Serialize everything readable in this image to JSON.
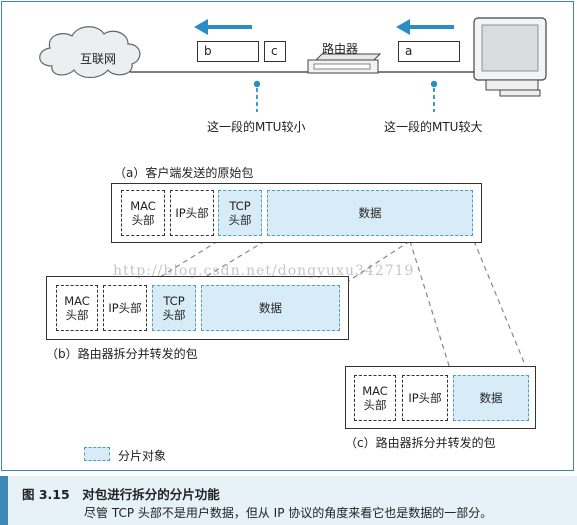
{
  "figure": {
    "internet_label": "互联网",
    "router_label": "路由器",
    "left_packets": [
      "b",
      "c"
    ],
    "right_packet": "a",
    "mtu_small_label": "这一段的MTU较小",
    "mtu_large_label": "这一段的MTU较大"
  },
  "packet_a": {
    "title": "（a）客户端发送的原始包",
    "mac": [
      "MAC",
      "头部"
    ],
    "ip": "IP头部",
    "tcp": [
      "TCP",
      "头部"
    ],
    "data": "数据"
  },
  "packet_b": {
    "title": "（b）路由器拆分并转发的包",
    "mac": [
      "MAC",
      "头部"
    ],
    "ip": "IP头部",
    "tcp": [
      "TCP",
      "头部"
    ],
    "data": "数据"
  },
  "packet_c": {
    "title": "（c）路由器拆分并转发的包",
    "mac": [
      "MAC",
      "头部"
    ],
    "ip": "IP头部",
    "data": "数据"
  },
  "legend": {
    "label": "分片对象"
  },
  "watermark": "http://blog.csdn.net/dongyuxu342719",
  "caption": {
    "title": "图 3.15　对包进行拆分的分片功能",
    "note": "尽管 TCP 头部不是用户数据，但从 IP 协议的角度来看它也是数据的一部分。"
  },
  "colors": {
    "accent": "#3f88b6",
    "arrow": "#2a8ec6",
    "fragment_fill": "#d7ecf6",
    "fragment_border": "#4a9ec9"
  }
}
